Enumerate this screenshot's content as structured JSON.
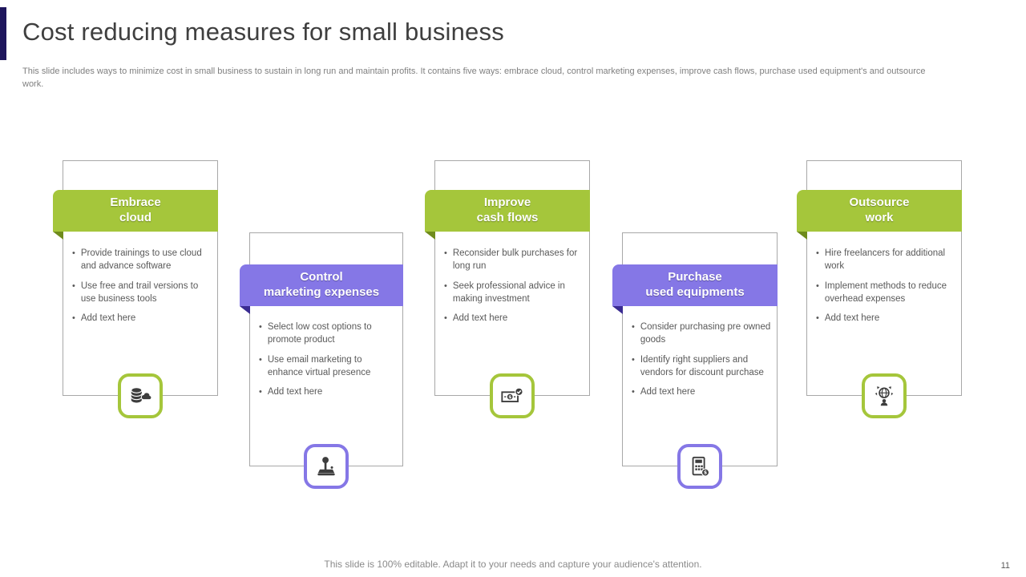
{
  "slide": {
    "title": "Cost reducing measures for small business",
    "subtitle": "This slide includes ways to minimize cost in small business to sustain in long run and maintain profits. It contains five ways: embrace cloud, control marketing expenses, improve cash flows, purchase used equipment's and outsource work.",
    "footer": "This slide is 100% editable. Adapt it to your needs and capture your audience's attention.",
    "page_number": "11"
  },
  "colors": {
    "green": "#a5c63b",
    "green_dark": "#6f8b1c",
    "purple": "#8577e6",
    "purple_dark": "#3a2b91",
    "accent_bar": "#1e165c"
  },
  "cards": [
    {
      "title_line1": "Embrace",
      "title_line2": "cloud",
      "theme": "green",
      "icon": "cloud-database-icon",
      "bullets": [
        "Provide trainings to use cloud and advance software",
        "Use free and trail versions to use business tools",
        "Add text here"
      ]
    },
    {
      "title_line1": "Control",
      "title_line2": "marketing expenses",
      "theme": "purple",
      "icon": "joystick-icon",
      "bullets": [
        "Select low cost options to promote product",
        "Use email marketing to enhance virtual presence",
        "Add text here"
      ]
    },
    {
      "title_line1": "Improve",
      "title_line2": "cash flows",
      "theme": "green",
      "icon": "cash-check-icon",
      "bullets": [
        "Reconsider bulk purchases for long run",
        "Seek professional advice in making investment",
        "Add text here"
      ]
    },
    {
      "title_line1": "Purchase",
      "title_line2": "used equipments",
      "theme": "purple",
      "icon": "billing-machine-icon",
      "bullets": [
        "Consider purchasing pre owned goods",
        "Identify right suppliers and vendors for discount purchase",
        "Add text here"
      ]
    },
    {
      "title_line1": "Outsource",
      "title_line2": "work",
      "theme": "green",
      "icon": "global-outsourcing-icon",
      "bullets": [
        "Hire freelancers for additional work",
        "Implement methods to reduce overhead expenses",
        "Add text here"
      ]
    }
  ]
}
